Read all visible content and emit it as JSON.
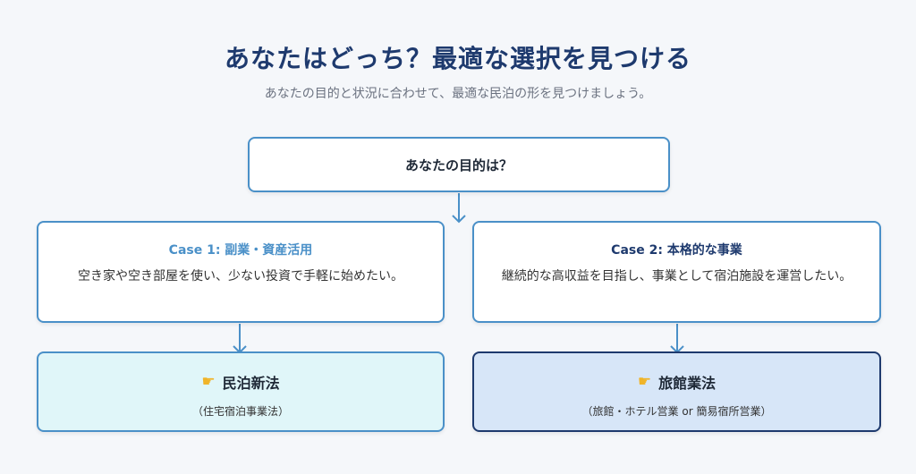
{
  "header": {
    "title": "あなたはどっち？最適な選択を見つける",
    "subtitle": "あなたの目的と状況に合わせて、最適な民泊の形を見つけましょう。"
  },
  "question": {
    "text": "あなたの目的は？"
  },
  "cases": [
    {
      "title": "Case 1: 副業・資産活用",
      "description": "空き家や空き部屋を使い、少ない投資で手軽に始めたい。"
    },
    {
      "title": "Case 2: 本格的な事業",
      "description": "継続的な高収益を目指し、事業として宿泊施設を運営したい。"
    }
  ],
  "results": [
    {
      "icon": "pointing-hand-icon",
      "title": "民泊新法",
      "subtitle": "（住宅宿泊事業法）"
    },
    {
      "icon": "pointing-hand-icon",
      "title": "旅館業法",
      "subtitle": "（旅館・ホテル営業 or 簡易宿所営業）"
    }
  ],
  "colors": {
    "primary": "#1e3a6e",
    "accent": "#4a90c8",
    "result1_bg": "#e0f6f9",
    "result2_bg": "#d7e6f8"
  }
}
